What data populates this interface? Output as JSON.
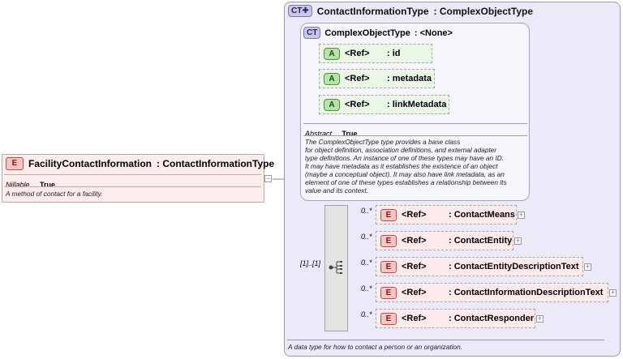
{
  "complex_type": {
    "badge": "CT",
    "name": "ContactInformationType",
    "base_type": "ComplexObjectType",
    "doc": "A data type for how to contact a person or an organization."
  },
  "base": {
    "badge": "CT",
    "name": "ComplexObjectType",
    "base_type": "<None>",
    "attributes": [
      {
        "badge": "A",
        "ref": "<Ref>",
        "name": ": id"
      },
      {
        "badge": "A",
        "ref": "<Ref>",
        "name": ": metadata"
      },
      {
        "badge": "A",
        "ref": "<Ref>",
        "name": ": linkMetadata"
      }
    ],
    "property_key": "Abstract",
    "property_value": "True",
    "doc_lines": [
      "The ComplexObjectType type provides a base class",
      "for object definition, association definitions, and external adapter",
      "type definitions. An instance of one of these types may have an ID.",
      "It may have metadata as it establishes the existence of an object",
      "(maybe a conceptual object). It may also have link metadata, as an",
      "element of one of these types establishes a relationship between its",
      "value and its context."
    ]
  },
  "element": {
    "badge": "E",
    "name": "FacilityContactInformation",
    "type": ": ContactInformationType",
    "property_key": "Nillable",
    "property_value": "True",
    "doc": "A method of contact for a facility."
  },
  "sequence": {
    "multiplicity": "[1]..[1]",
    "icon": "sequence-icon"
  },
  "children": [
    {
      "badge": "E",
      "mult": "0..*",
      "ref": "<Ref>",
      "name": ": ContactMeans"
    },
    {
      "badge": "E",
      "mult": "0..*",
      "ref": "<Ref>",
      "name": ": ContactEntity"
    },
    {
      "badge": "E",
      "mult": "0..*",
      "ref": "<Ref>",
      "name": ": ContactEntityDescriptionText"
    },
    {
      "badge": "E",
      "mult": "0..*",
      "ref": "<Ref>",
      "name": ": ContactInformationDescriptionText"
    },
    {
      "badge": "E",
      "mult": "0..*",
      "ref": "<Ref>",
      "name": ": ContactResponder"
    }
  ],
  "colors": {
    "complex_type_bg": "#eceaf8",
    "attribute_bg": "#eaf7e6",
    "element_bg": "#fceceb"
  }
}
